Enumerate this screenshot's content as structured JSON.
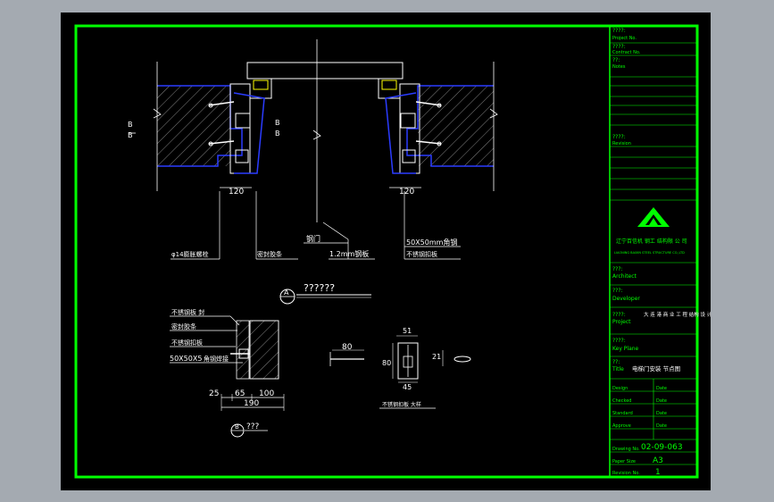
{
  "section_marks": {
    "left_b": "B",
    "right_b_inner": "B",
    "right_b_outer": "B",
    "left_b2": "B"
  },
  "labels": {
    "dim_left_120": "120",
    "dim_right_120": "120",
    "steel_door": "钢门",
    "pipe_left": "φ14膨胀螺栓",
    "seal_left": "密封胶条",
    "plate_bottom": "1.2mm钢板",
    "angle_top": "50X50mm角钢",
    "angle_bottom": "不锈钢扣板",
    "section_a_letter": "A",
    "section_a_title": "??????",
    "detail_b_letter": "B",
    "detail_b_title": "???",
    "det_lab1": "不锈钢板 封",
    "det_lab2": "密封胶条",
    "det_lab3": "不锈钢扣板",
    "det_lab4": "50X50X5",
    "det_lab4b": "角钢焊接",
    "dim_25": "25",
    "dim_65": "65",
    "dim_100": "100",
    "dim_190": "190",
    "plate_80": "80",
    "plate_51": "51",
    "plate_80v": "80",
    "plate_45": "45",
    "plate_21": "21",
    "plate_caption": "不锈钢扣板 大样"
  },
  "title_block": {
    "project_no_cn": "????:",
    "project_no_en": "Project No.",
    "contract_no_cn": "????:",
    "contract_no_en": "Contract No.",
    "notes_cn": "??:",
    "notes_en": "Notes",
    "revision_cn": "????:",
    "revision_en": "Revision",
    "company_cn": "辽宁百信机 钢工 结构限 公 司",
    "company_en": "LIAONING BAIXIN STEEL STRUCTURE CO.,LTD",
    "architect_cn": "???:",
    "architect_en": "Architect",
    "developer_cn": "???:",
    "developer_en": "Developer",
    "project_cn": "????:",
    "project_en": "Project",
    "project_value": "大 连 港 商 业 工 程 结构 设 计 改 造 工 程",
    "keyplan_cn": "????:",
    "keyplan_en": "Key Plane",
    "title_cn": "??:",
    "title_en": "Title",
    "title_value": "电梯门安装 节点图",
    "design": "Design",
    "checked": "Checked",
    "standard": "Standard",
    "approve": "Approve",
    "date": "Date",
    "drawing_no_en": "Drawing No.",
    "drawing_no": "02-09-063",
    "paper_size_en": "Paper Size",
    "paper_size": "A3",
    "revision_no_en": "Revision No.",
    "revision_no": "1"
  },
  "colors": {
    "frame": "#00ff00",
    "wall_outline": "#2a3cff",
    "logo": "#00ff00",
    "background": "#000000"
  }
}
